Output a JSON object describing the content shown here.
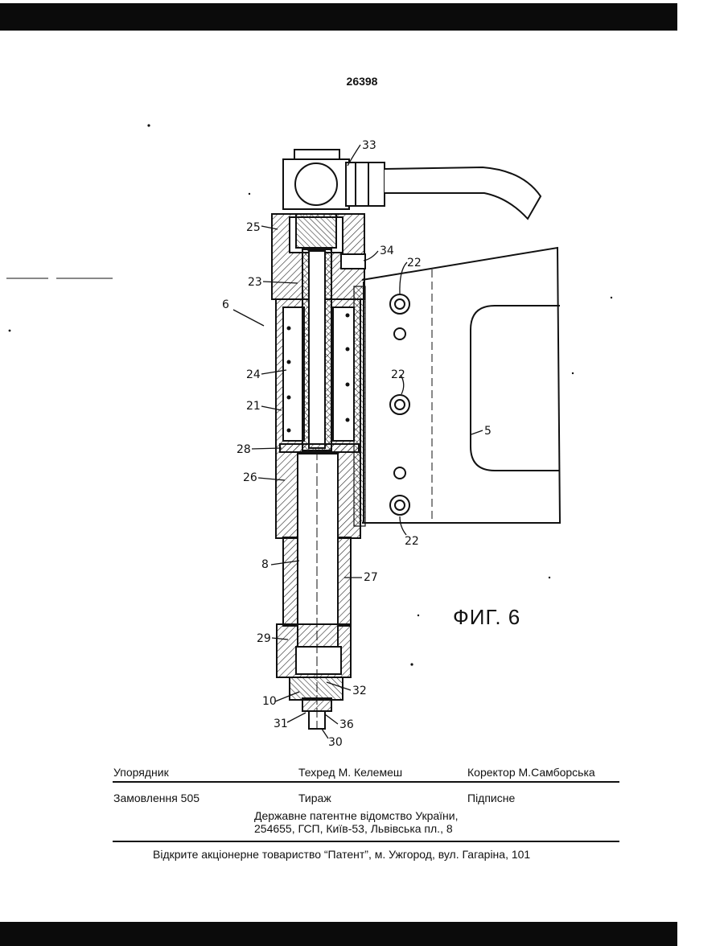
{
  "page": {
    "number": "26398"
  },
  "figure": {
    "caption": "ФИГ. 6"
  },
  "callouts": {
    "c33": "33",
    "c25": "25",
    "c34": "34",
    "c22a": "22",
    "c23": "23",
    "c6": "6",
    "c24": "24",
    "c21": "21",
    "c22b": "22",
    "c5": "5",
    "c28": "28",
    "c26": "26",
    "c22c": "22",
    "c8": "8",
    "c27": "27",
    "c29": "29",
    "c10": "10",
    "c32": "32",
    "c31": "31",
    "c36": "36",
    "c30": "30"
  },
  "imprint": {
    "compiler": "Упорядник",
    "techeditor": "Техред М. Келемеш",
    "corrector": "Коректор М.Самборська",
    "order": "Замовлення 505",
    "circulation": "Тираж",
    "subscription": "Підписне",
    "office_line1": "Державне патентне відомство України,",
    "office_line2": "254655, ГСП, Київ-53, Львівська пл., 8",
    "publisher": "Відкрите акціонерне товариство “Патент”, м. Ужгород, вул. Гагаріна, 101"
  }
}
